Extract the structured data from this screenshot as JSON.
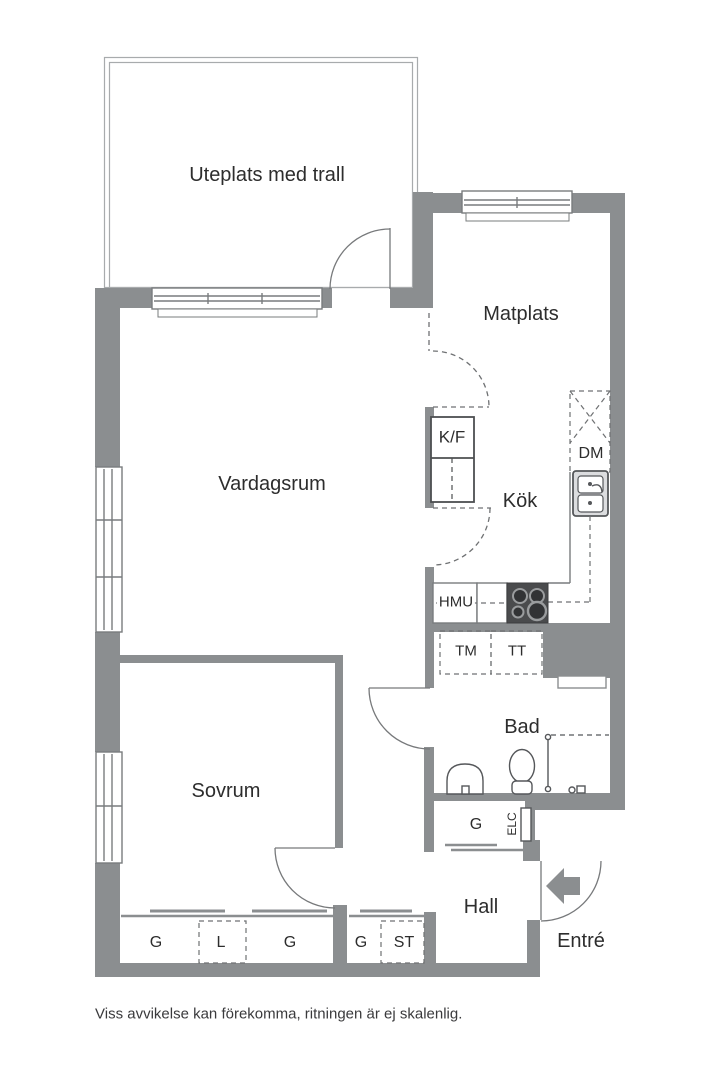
{
  "floor_plan": {
    "rooms": {
      "patio": "Uteplats med trall",
      "dining": "Matplats",
      "living_room": "Vardagsrum",
      "kitchen": "Kök",
      "bathroom": "Bad",
      "bedroom": "Sovrum",
      "hall": "Hall",
      "entrance": "Entré"
    },
    "appliances": {
      "fridge_freezer": "K/F",
      "dishwasher": "DM",
      "hood_microwave": "HMU",
      "washing_machine": "TM",
      "tumble_dryer": "TT"
    },
    "closets": {
      "bedroom_row": [
        "G",
        "L",
        "G"
      ],
      "hall_row": [
        "G",
        "ST"
      ],
      "entry_closet": "G",
      "electrical_cabinet": "ELC"
    },
    "disclaimer": "Viss avvikelse kan förekomma, ritningen är ej skalenlig.",
    "colors": {
      "wall": "#8b8e90",
      "line": "#77797b",
      "dark_line": "#55575a",
      "dashed": "#6f7173",
      "text": "#2d2d2d",
      "background": "#ffffff"
    }
  }
}
